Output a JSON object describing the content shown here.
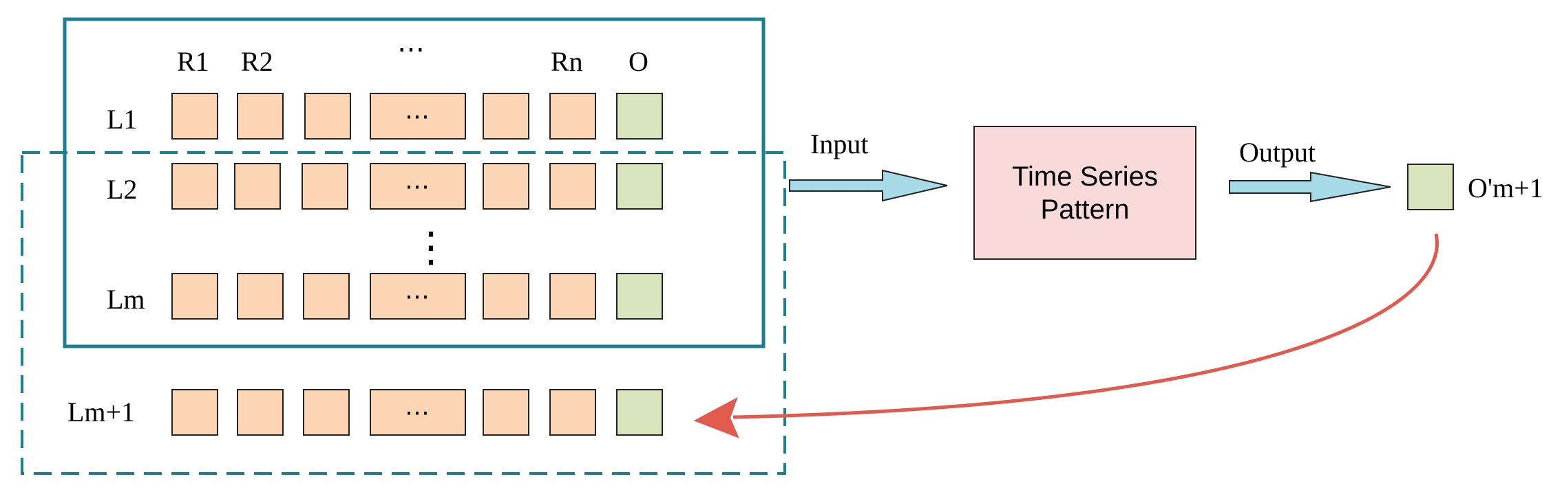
{
  "matrix": {
    "column_headers": [
      "R1",
      "R2",
      "⋯",
      "Rn",
      "O"
    ],
    "rows": [
      {
        "label": "L1"
      },
      {
        "label": "L2"
      },
      {
        "label": "Lm"
      },
      {
        "label": "Lm+1"
      }
    ],
    "cell_ellipsis": "⋯",
    "vertical_ellipsis": "⋮"
  },
  "flow": {
    "input_label": "Input",
    "pattern_line1": "Time Series",
    "pattern_line2": "Pattern",
    "output_label": "Output",
    "output_value_label": "O'm+1"
  },
  "colors": {
    "solid_frame": "#1a7f91",
    "dashed_frame": "#1a7f91",
    "r_cell": "#fcd5b5",
    "o_cell": "#d8e4bc",
    "pattern_fill": "#f8dbd9",
    "arrow_fill": "#a8dbe8",
    "feedback_arrow": "#e05a4e"
  }
}
